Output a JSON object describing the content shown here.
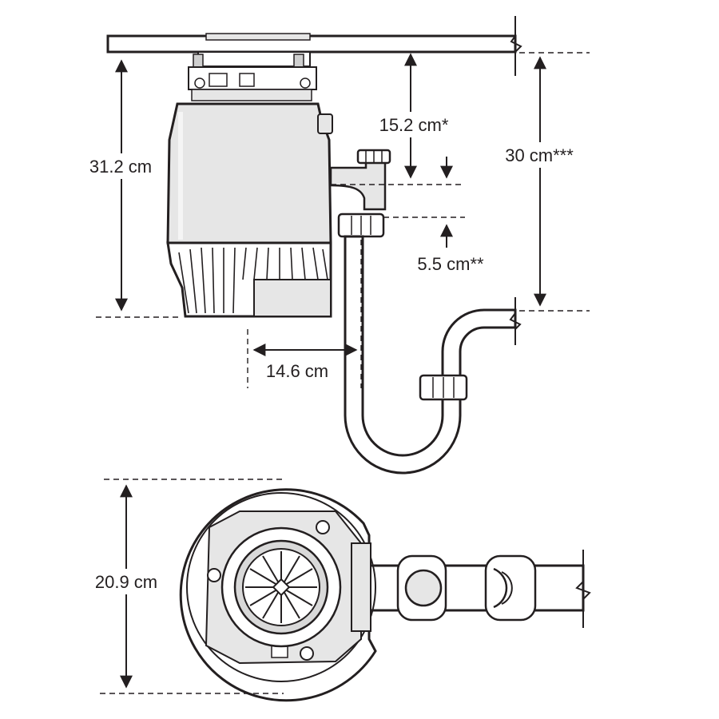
{
  "dimensions": {
    "height_total": "31.2 cm",
    "inlet_drop": "15.2 cm*",
    "trap_height": "30 cm***",
    "outlet_offset": "5.5 cm**",
    "side_offset": "14.6 cm",
    "diameter": "20.9 cm"
  },
  "colors": {
    "line": "#231f20",
    "body_gray": "#e6e6e6",
    "shadow_gray": "#bdbdbd"
  }
}
